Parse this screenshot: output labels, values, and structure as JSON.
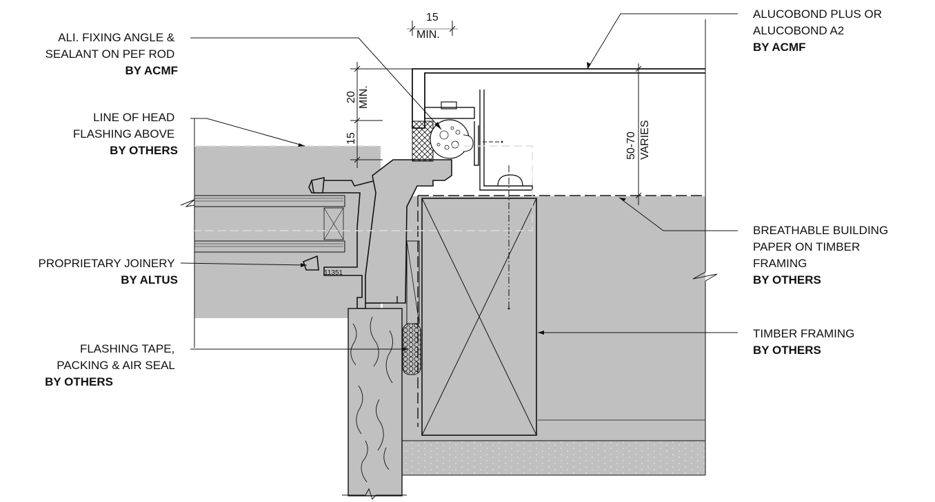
{
  "labels": {
    "fixing_angle": {
      "line1": "ALI. FIXING ANGLE &",
      "line2": "SEALANT ON PEF ROD",
      "by": "BY ACMF"
    },
    "head_flashing": {
      "line1": "LINE OF HEAD",
      "line2": "FLASHING ABOVE",
      "by": "BY OTHERS"
    },
    "joinery": {
      "line1": "PROPRIETARY JOINERY",
      "by": "BY ALTUS"
    },
    "flashing_tape": {
      "line1": "FLASHING TAPE,",
      "line2": "PACKING & AIR SEAL",
      "by": "BY OTHERS"
    },
    "alucobond": {
      "line1": "ALUCOBOND PLUS OR",
      "line2": "ALUCOBOND A2",
      "by": "BY ACMF"
    },
    "building_paper": {
      "line1": "BREATHABLE BUILDING",
      "line2": "PAPER ON TIMBER",
      "line3": "FRAMING",
      "by": "BY OTHERS"
    },
    "timber_framing": {
      "line1": "TIMBER FRAMING",
      "by": "BY OTHERS"
    }
  },
  "dimensions": {
    "top_gap_value": "15",
    "top_gap_note": "MIN.",
    "vertical_value": "20",
    "vertical_note": "MIN.",
    "lower_value": "15",
    "cavity_value": "50-70",
    "cavity_note": "VARIES"
  },
  "profile_code": "11351",
  "colors": {
    "wall_fill": "#c0c0c0",
    "line": "#111111",
    "hidden_line": "#dddddd"
  }
}
